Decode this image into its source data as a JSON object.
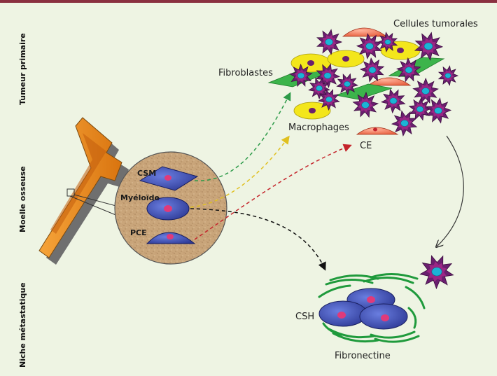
{
  "side_labels": {
    "primary_tumor": "Tumeur primaire",
    "bone_marrow": "Moelle osseuse",
    "metastatic_niche": "Niche métastatique"
  },
  "labels": {
    "tumor_cells": "Cellules tumorales",
    "fibroblasts": "Fibroblastes",
    "macrophages": "Macrophages",
    "ec": "CE",
    "csm": "CSM",
    "myeloid": "Myéloïde",
    "pce": "PCE",
    "hsc": "CSH",
    "fibronectin": "Fibronectine"
  },
  "colors": {
    "background": "#eef4e3",
    "top_border": "#8a3040",
    "tumor_cell": "#6a1f6f",
    "nucleus": "#1bb3d6",
    "fibroblast": "#3cb44b",
    "macrophage": "#f3e61b",
    "endothelial": "#f07a5a",
    "bone": "#e8891a",
    "marrow_circle": "#c9a57a",
    "blue_cell": "#3f4fb5",
    "fibronectin": "#1f9a3c",
    "arrow_green": "#2c9a48",
    "arrow_yellow": "#e0c020",
    "arrow_red": "#c4242b",
    "arrow_black": "#111111"
  }
}
